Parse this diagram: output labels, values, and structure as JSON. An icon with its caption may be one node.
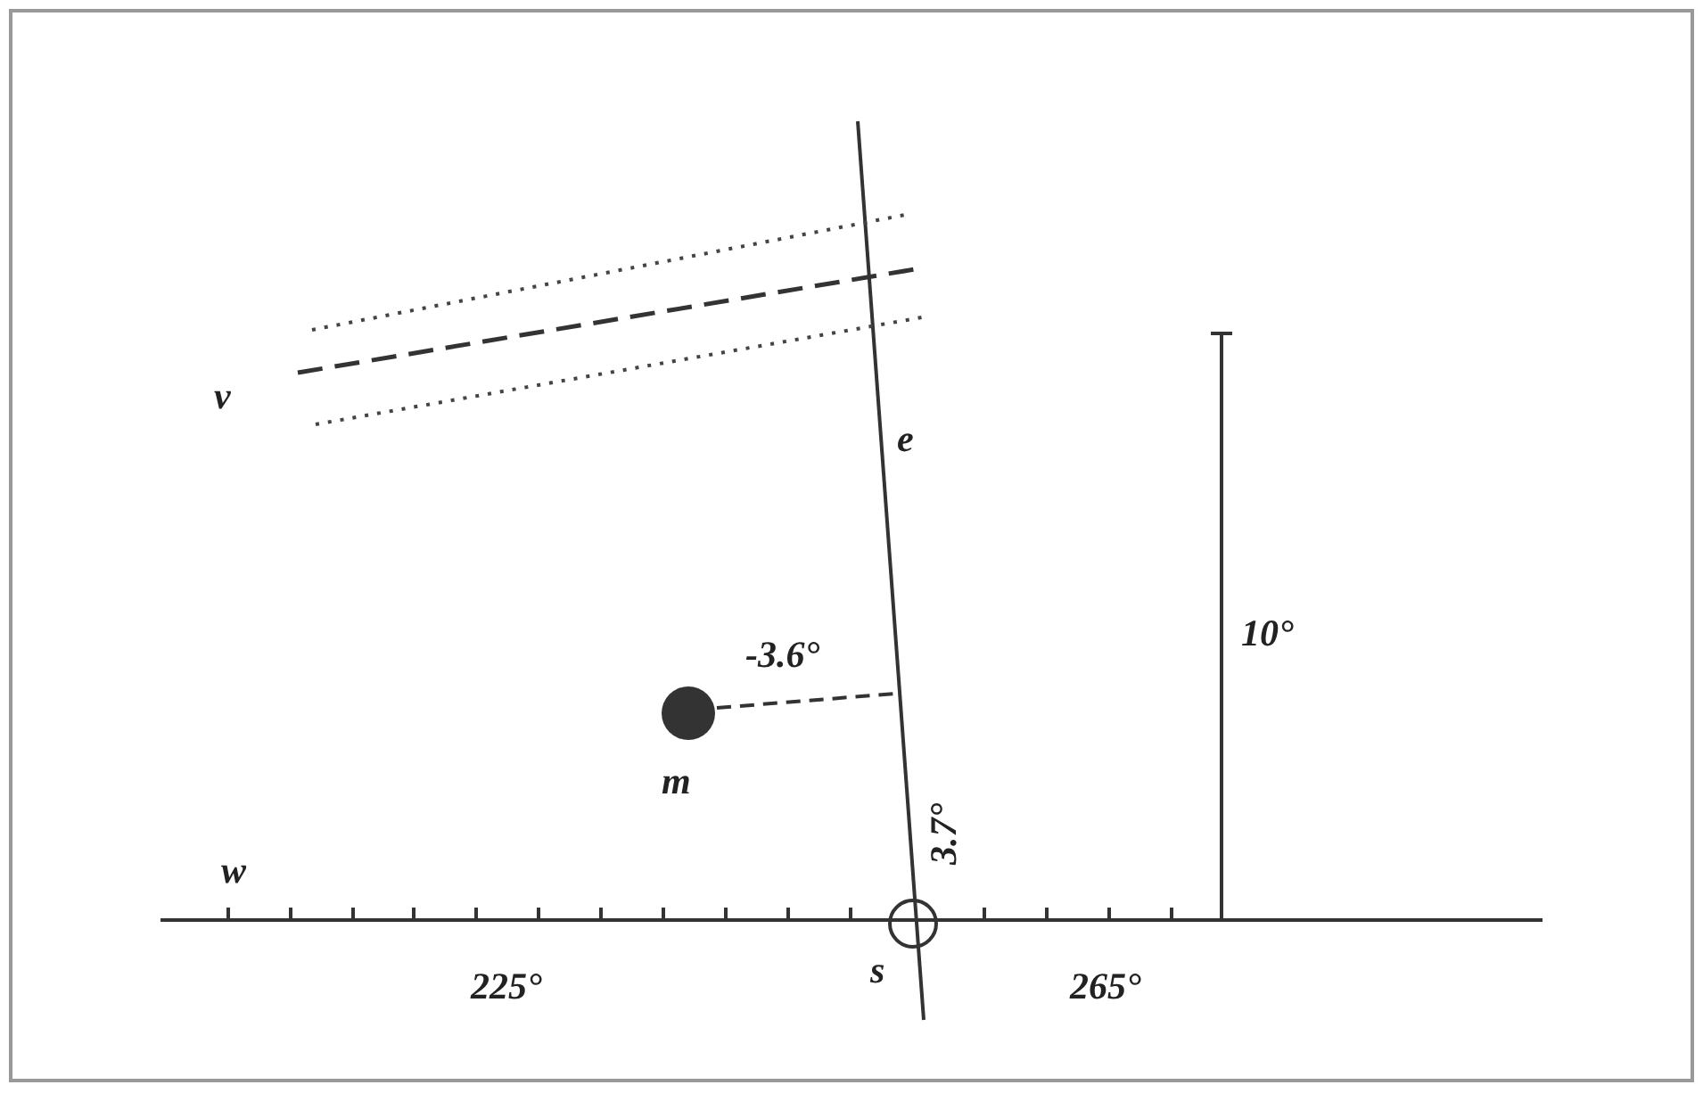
{
  "diagram": {
    "labels": [
      "v",
      "e",
      "10°",
      "-3.6°",
      "m",
      "w",
      "3.7°",
      "s",
      "225°",
      "265°"
    ]
  }
}
